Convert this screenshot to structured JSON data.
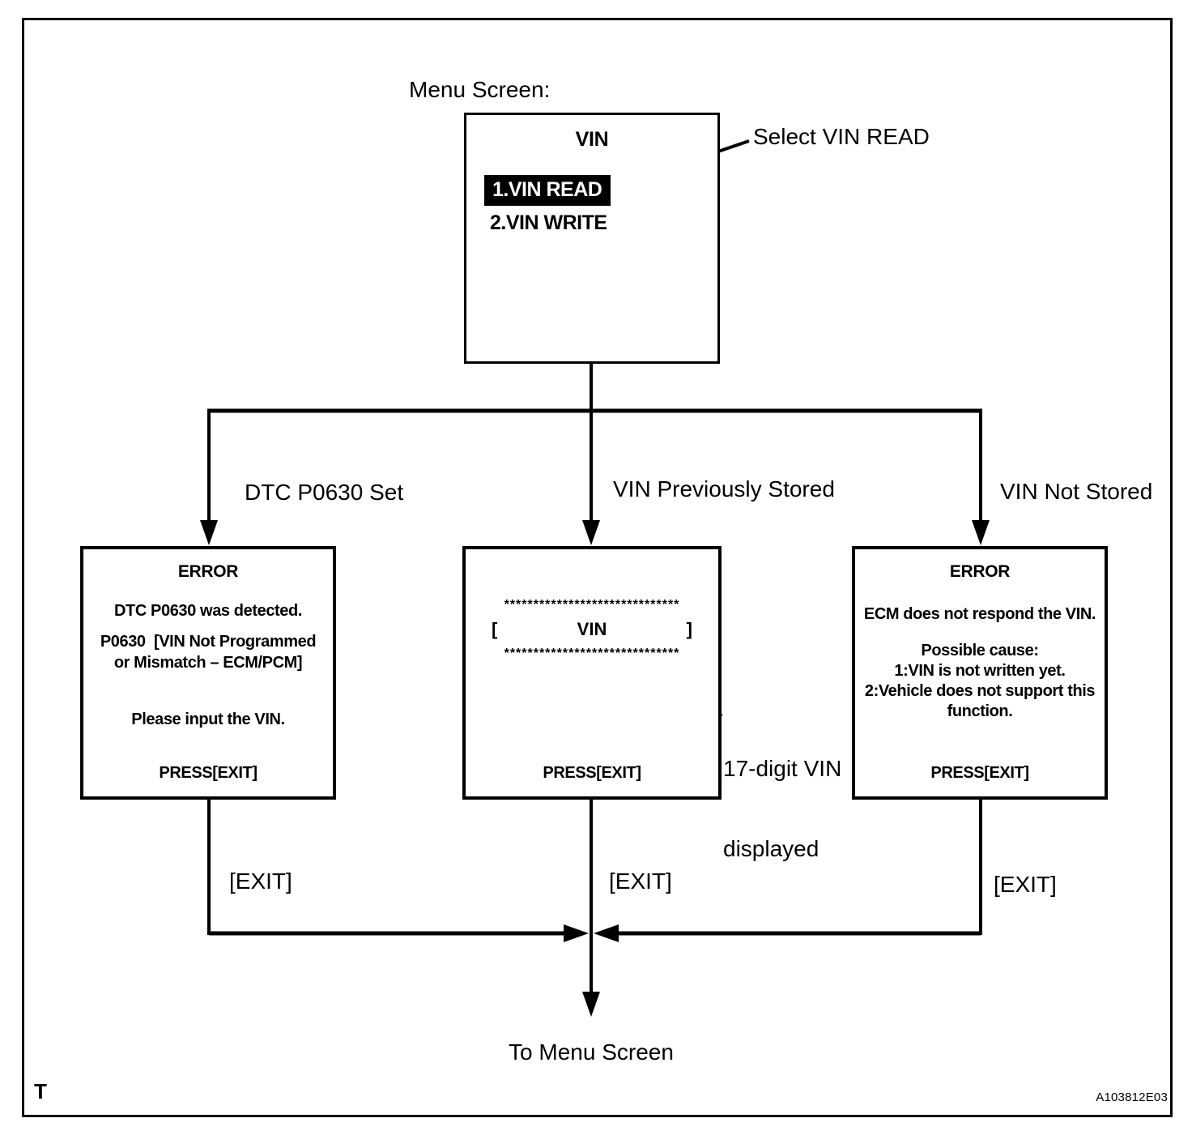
{
  "figure": {
    "corner_mark": "T",
    "code": "A103812E03"
  },
  "colors": {
    "ink": "#000000",
    "paper": "#ffffff",
    "highlight_bg": "#000000",
    "highlight_text": "#ffffff"
  },
  "menu_screen": {
    "caption": "Menu Screen:",
    "annotation": "Select VIN READ",
    "screen": {
      "title": "VIN",
      "items": [
        {
          "label": "1.VIN READ",
          "selected": true
        },
        {
          "label": "2.VIN WRITE",
          "selected": false
        }
      ]
    }
  },
  "branches": [
    {
      "label": "DTC P0630 Set"
    },
    {
      "label": "VIN Previously Stored"
    },
    {
      "label": "VIN Not Stored"
    }
  ],
  "screens": {
    "dtc_error": {
      "title": "ERROR",
      "lines": [
        "DTC P0630 was detected.",
        "P0630  [VIN Not Programmed",
        "or Mismatch – ECM/PCM]",
        "Please input the VIN."
      ],
      "footer": "PRESS[EXIT]"
    },
    "vin_display": {
      "stars": "******************************",
      "open_bracket": "[",
      "vin_label": "VIN",
      "close_bracket": "]",
      "footer": "PRESS[EXIT]",
      "annotation": [
        "17-digit VIN",
        "displayed"
      ]
    },
    "ecm_error": {
      "title": "ERROR",
      "lines": [
        "ECM does not respond the VIN.",
        "Possible cause:",
        "1:VIN is not written yet.",
        "2:Vehicle does not support this",
        "function."
      ],
      "footer": "PRESS[EXIT]"
    }
  },
  "exit_labels": [
    "[EXIT]",
    "[EXIT]",
    "[EXIT]"
  ],
  "to_menu_label": "To Menu Screen"
}
